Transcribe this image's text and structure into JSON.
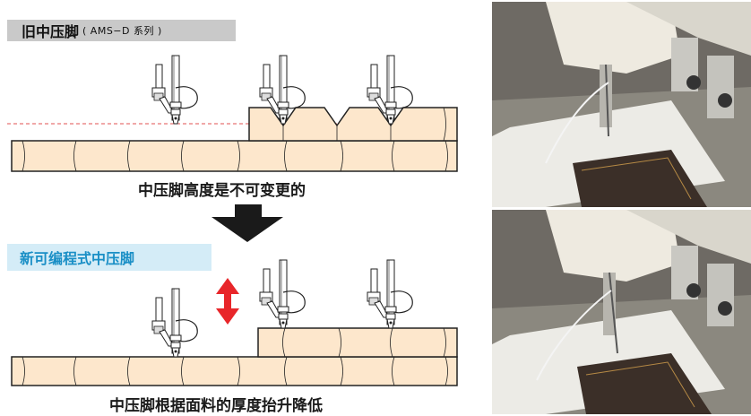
{
  "old_section": {
    "title": "旧中压脚",
    "subtitle": "( AMS−D 系列 )",
    "caption": "中压脚高度是不可变更的"
  },
  "new_section": {
    "title": "新可编程式中压脚",
    "caption": "中压脚根据面料的厚度抬升降低"
  },
  "colors": {
    "fabric_fill": "#fde7cc",
    "fabric_stroke": "#222222",
    "dashed_line": "#e05050",
    "arrow_red": "#e8262a",
    "arrow_black": "#1a1a1a",
    "new_label_bg": "#d4ecf7",
    "new_label_text": "#1a8fc6",
    "old_label_bg": "#c9c9c9"
  },
  "icons": {
    "down_arrow": "black-down-arrow-icon",
    "updown_arrow": "red-up-down-arrow-icon",
    "presser_foot": "presser-foot-needle-icon"
  }
}
